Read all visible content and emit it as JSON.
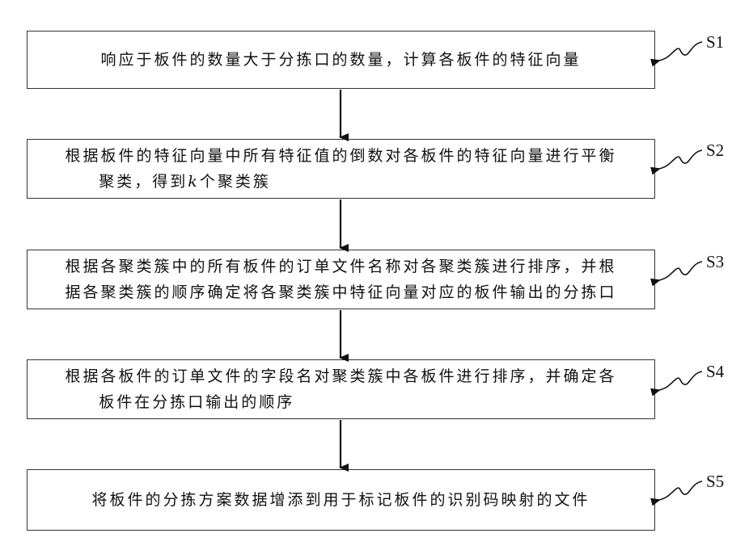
{
  "steps": [
    {
      "id": "S1",
      "text": "响应于板件的数量大于分拣口的数量，计算各板件的特征向量"
    },
    {
      "id": "S2",
      "line1": "根据板件的特征向量中所有特征值的倒数对各板件的特征向量进行平衡",
      "line2_pre": "聚类，得到",
      "line2_var": "k",
      "line2_post": "个聚类簇"
    },
    {
      "id": "S3",
      "line1": "根据各聚类簇中的所有板件的订单文件名称对各聚类簇进行排序，并根",
      "line2": "据各聚类簇的顺序确定将各聚类簇中特征向量对应的板件输出的分拣口"
    },
    {
      "id": "S4",
      "line1": "根据各板件的订单文件的字段名对聚类簇中各板件进行排序，并确定各",
      "line2": "板件在分拣口输出的顺序"
    },
    {
      "id": "S5",
      "text": "将板件的分拣方案数据增添到用于标记板件的识别码映射的文件"
    }
  ],
  "colors": {
    "stroke": "#333333",
    "arrow": "#111111"
  }
}
